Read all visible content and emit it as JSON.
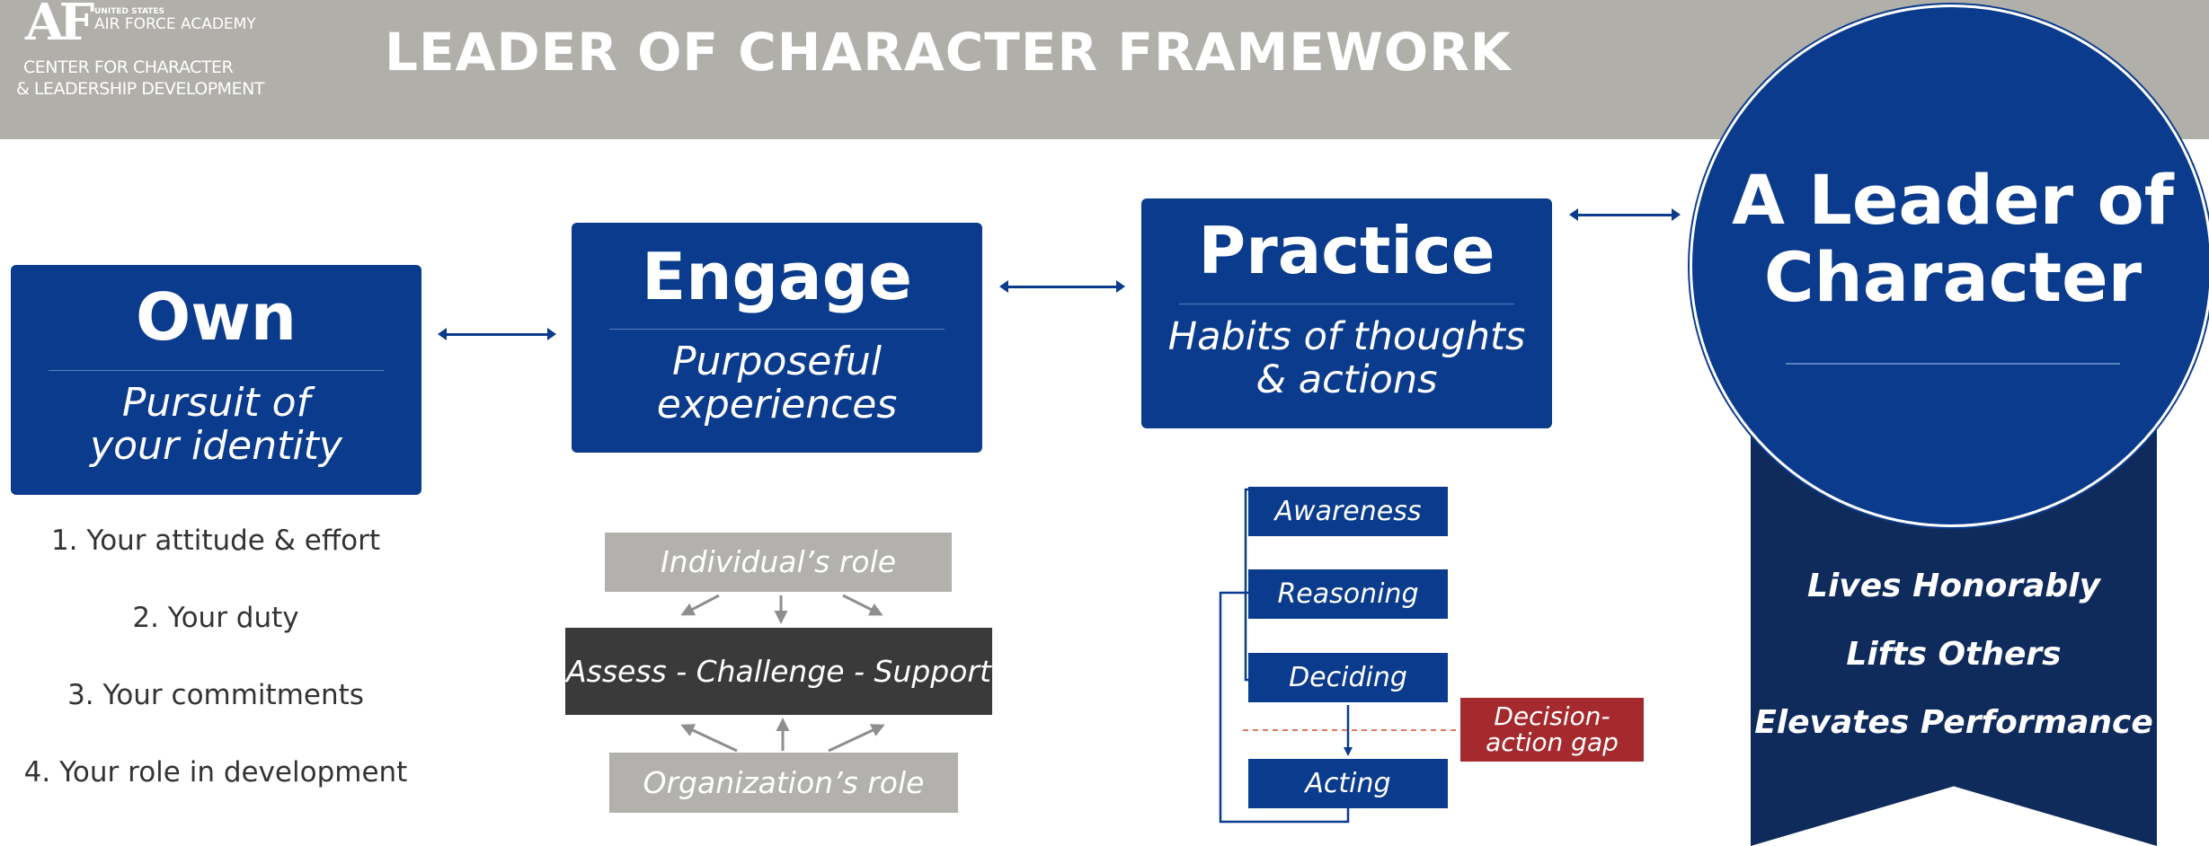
{
  "header": {
    "logo": {
      "mark": "AF",
      "line_small": "UNITED STATES",
      "line_main": "AIR FORCE ACADEMY",
      "center_line1": "CENTER FOR CHARACTER",
      "center_line2": "& LEADERSHIP DEVELOPMENT"
    },
    "title": "LEADER OF CHARACTER FRAMEWORK"
  },
  "stages": {
    "own": {
      "title": "Own",
      "subtitle": "Pursuit of\nyour identity"
    },
    "engage": {
      "title": "Engage",
      "subtitle": "Purposeful\nexperiences"
    },
    "practice": {
      "title": "Practice",
      "subtitle": "Habits of thoughts\n& actions"
    }
  },
  "own_list": [
    "1. Your attitude & effort",
    "2. Your duty",
    "3. Your commitments",
    "4. Your role in development"
  ],
  "engage_detail": {
    "individual": "Individual’s role",
    "center": "Assess - Challenge - Support",
    "organization": "Organization’s role"
  },
  "practice_steps": [
    "Awareness",
    "Reasoning",
    "Deciding",
    "Acting"
  ],
  "gap_label": "Decision-\naction gap",
  "outcome": {
    "title": "A Leader of\nCharacter",
    "traits": [
      "Lives Honorably",
      "Lifts Others",
      "Elevates Performance"
    ]
  },
  "colors": {
    "navy": "#0a3b8c",
    "ribbon": "#0f2b5c",
    "header_gray": "#b1afaa",
    "gap_red": "#a52a2e"
  }
}
